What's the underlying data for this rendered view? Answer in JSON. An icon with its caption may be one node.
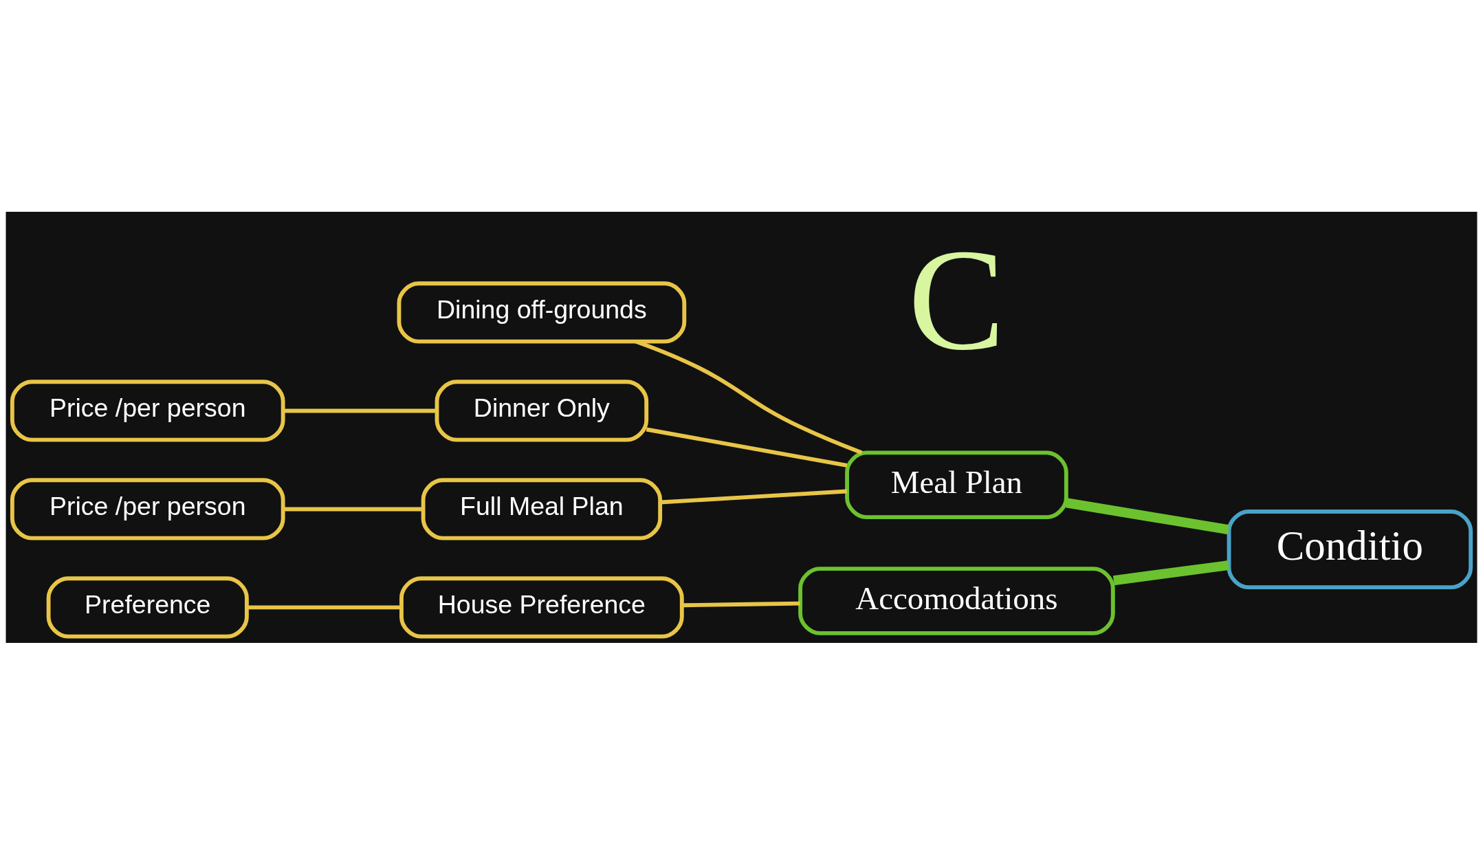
{
  "diagram": {
    "nodes": [
      {
        "text": [
          "Dining off-grounds"
        ]
      },
      {
        "text": [
          "Price /per person"
        ]
      },
      {
        "text": [
          "Dinner Only"
        ]
      },
      {
        "text": [
          "Price /per person"
        ]
      },
      {
        "text": [
          "Full Meal Plan"
        ]
      },
      {
        "text": [
          "Meal Plan"
        ]
      },
      {
        "text": [
          "Conditio"
        ]
      },
      {
        "text": [
          "Preference"
        ]
      },
      {
        "text": [
          "House Preference"
        ]
      },
      {
        "text": [
          "Accomodations"
        ]
      }
    ],
    "edges": [
      {
        "from": 6,
        "to": 5,
        "arrow": "none",
        "style": "thick",
        "color": "#6cc22e"
      },
      {
        "from": 6,
        "to": 9,
        "arrow": "none",
        "style": "thick",
        "color": "#6cc22e"
      },
      {
        "from": 5,
        "to": 0,
        "arrow": "none"
      },
      {
        "from": 5,
        "to": 2,
        "arrow": "none"
      },
      {
        "from": 5,
        "to": 4,
        "arrow": "none"
      },
      {
        "from": 2,
        "to": 1,
        "arrow": "none"
      },
      {
        "from": 4,
        "to": 3,
        "arrow": "none"
      },
      {
        "from": 9,
        "to": 8,
        "arrow": "none"
      },
      {
        "from": 8,
        "to": 7,
        "arrow": "none"
      }
    ],
    "labels": [
      "C"
    ]
  }
}
